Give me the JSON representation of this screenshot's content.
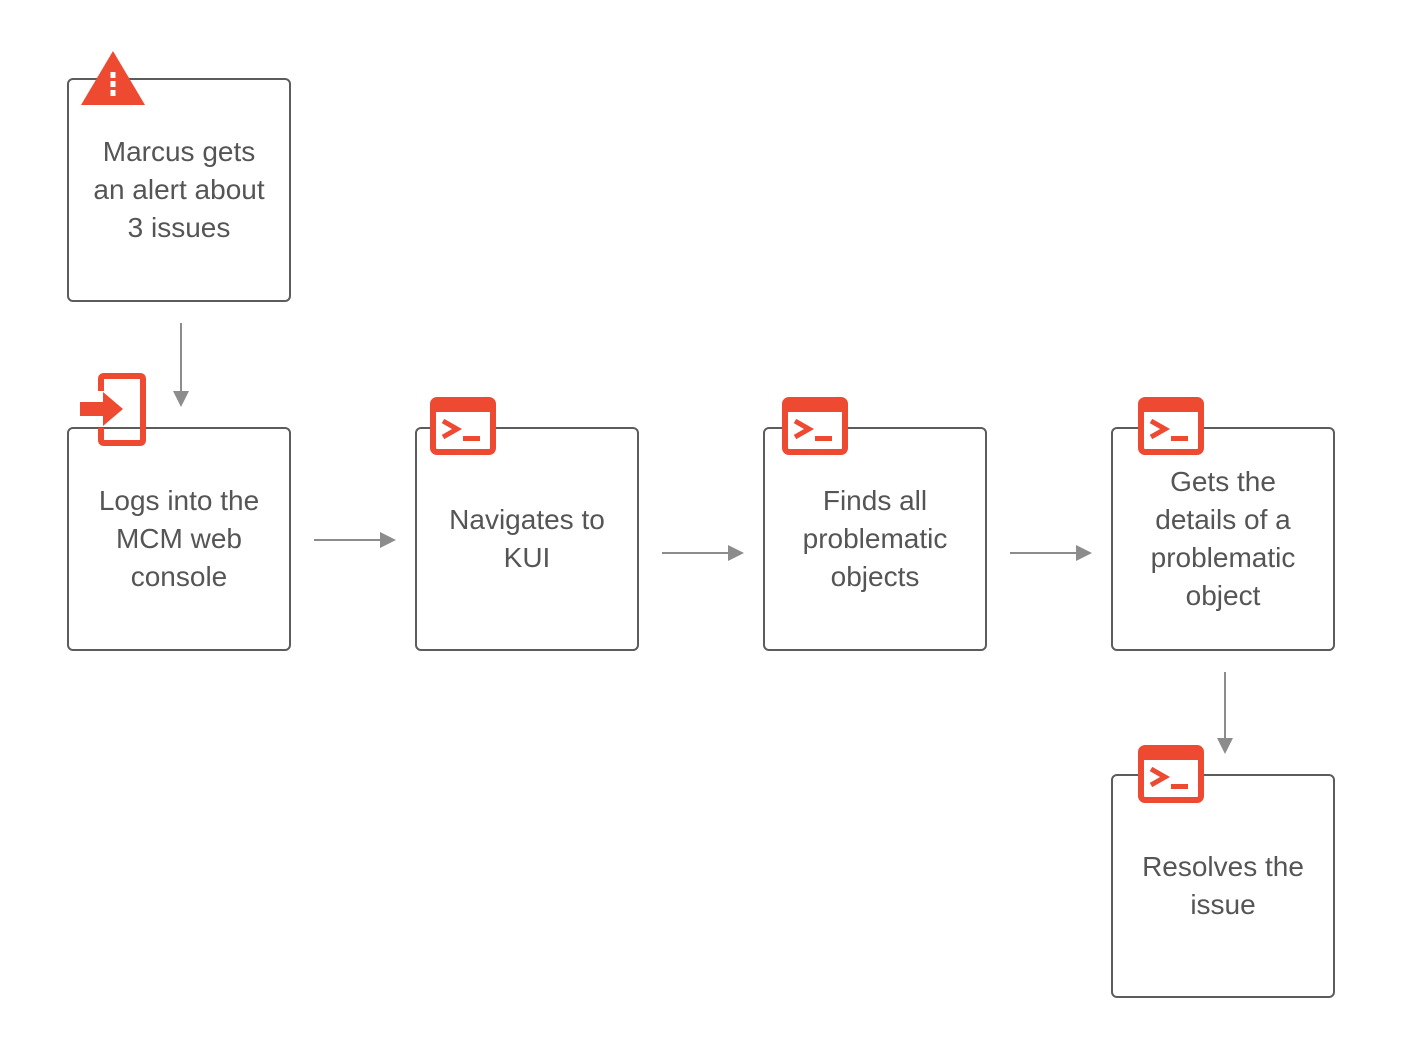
{
  "diagram": {
    "steps": [
      {
        "id": "alert",
        "label": "Marcus gets\nan alert about\n3 issues",
        "icon": "warning-triangle-icon"
      },
      {
        "id": "login",
        "label": "Logs into the\nMCM web\nconsole",
        "icon": "login-icon"
      },
      {
        "id": "navigate",
        "label": "Navigates to\nKUI",
        "icon": "terminal-icon"
      },
      {
        "id": "find",
        "label": "Finds all\nproblematic\nobjects",
        "icon": "terminal-icon"
      },
      {
        "id": "details",
        "label": "Gets the\ndetails of a\nproblematic\nobject",
        "icon": "terminal-icon"
      },
      {
        "id": "resolve",
        "label": "Resolves the\nissue",
        "icon": "terminal-icon"
      }
    ],
    "colors": {
      "accent": "#ee4a32",
      "box_border": "#5c5c5c",
      "text": "#555555",
      "arrow": "#8c8c8c"
    }
  }
}
